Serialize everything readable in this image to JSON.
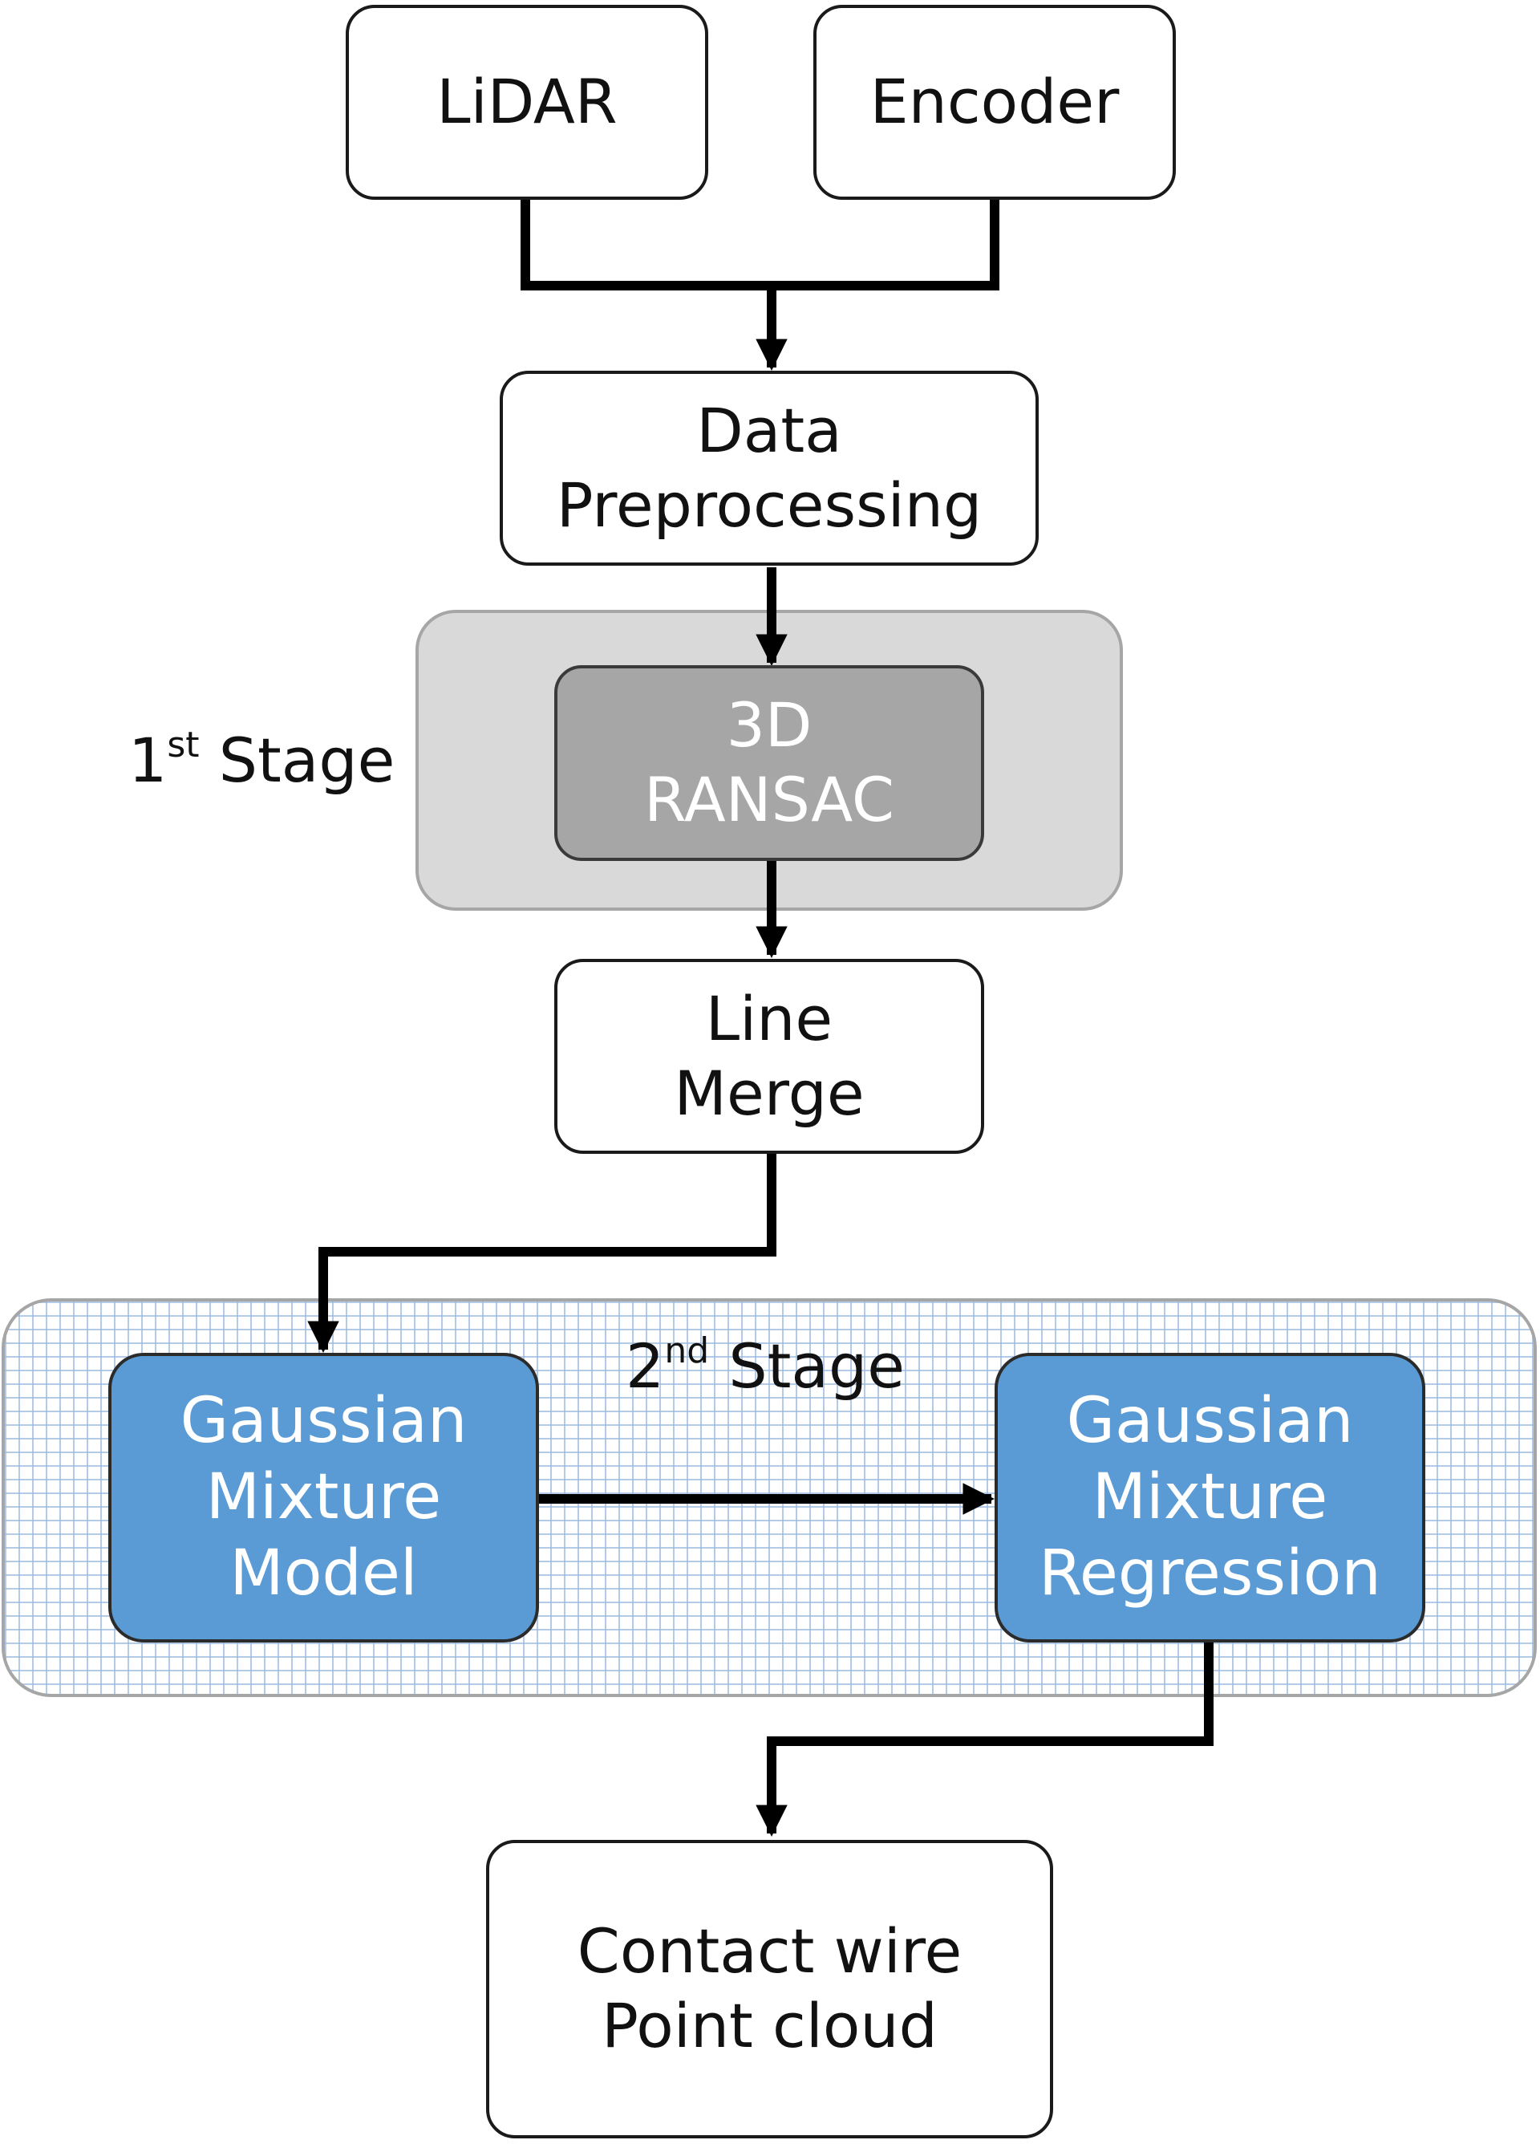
{
  "diagram": {
    "nodes": {
      "lidar": {
        "text": "LiDAR"
      },
      "encoder": {
        "text": "Encoder"
      },
      "preprocessing": {
        "line1": "Data",
        "line2": "Preprocessing"
      },
      "ransac": {
        "line1": "3D",
        "line2": "RANSAC"
      },
      "line_merge": {
        "line1": "Line",
        "line2": "Merge"
      },
      "gmm": {
        "line1": "Gaussian",
        "line2": "Mixture",
        "line3": "Model"
      },
      "gmr": {
        "line1": "Gaussian",
        "line2": "Mixture",
        "line3": "Regression"
      },
      "output": {
        "line1": "Contact wire",
        "line2": "Point cloud"
      }
    },
    "stages": {
      "stage1": {
        "number": "1",
        "suffix": "st",
        "word": "Stage"
      },
      "stage2": {
        "number": "2",
        "suffix": "nd",
        "word": "Stage"
      }
    },
    "colors": {
      "node_border": "#1a1a1a",
      "ransac_fill": "#a6a6a6",
      "stage1_fill": "#d9d9d9",
      "gmm_fill": "#5b9bd5",
      "stage2_grid": "#9bbae0",
      "arrow": "#000000"
    },
    "edges": [
      {
        "from": "lidar",
        "to": "preprocessing"
      },
      {
        "from": "encoder",
        "to": "preprocessing"
      },
      {
        "from": "preprocessing",
        "to": "ransac"
      },
      {
        "from": "ransac",
        "to": "line_merge"
      },
      {
        "from": "line_merge",
        "to": "gmm"
      },
      {
        "from": "gmm",
        "to": "gmr"
      },
      {
        "from": "gmr",
        "to": "output"
      }
    ]
  }
}
